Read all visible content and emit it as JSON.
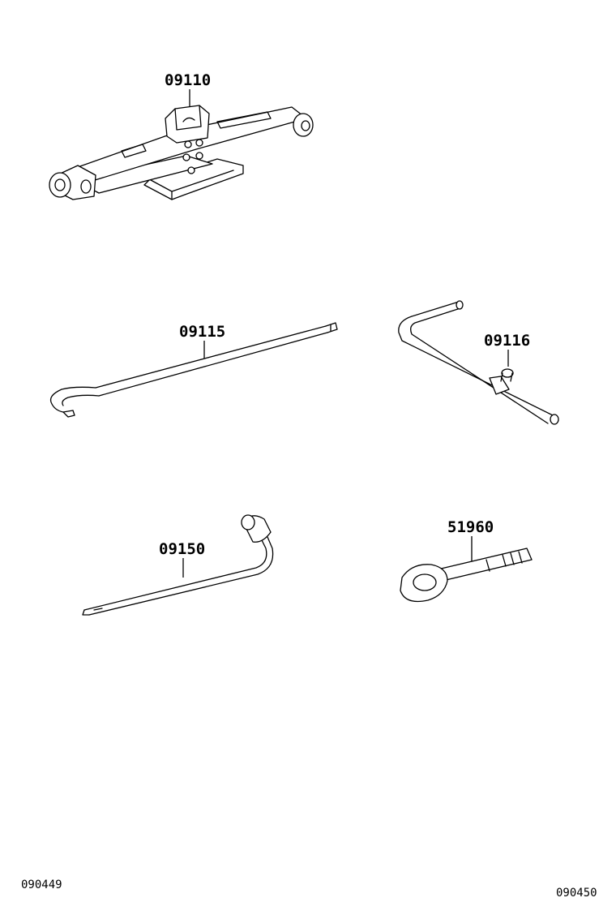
{
  "parts": [
    {
      "number": "09110",
      "item": "jack",
      "icon": "scissor-jack-icon"
    },
    {
      "number": "09115",
      "item": "jack-handle",
      "icon": "jack-handle-icon"
    },
    {
      "number": "09116",
      "item": "jack-handle-crank",
      "icon": "crank-handle-icon"
    },
    {
      "number": "09150",
      "item": "lug-wrench",
      "icon": "lug-wrench-icon"
    },
    {
      "number": "51960",
      "item": "towing-eye",
      "icon": "towing-eye-icon"
    }
  ],
  "footer": {
    "left_code": "090449",
    "right_code": "090450"
  }
}
